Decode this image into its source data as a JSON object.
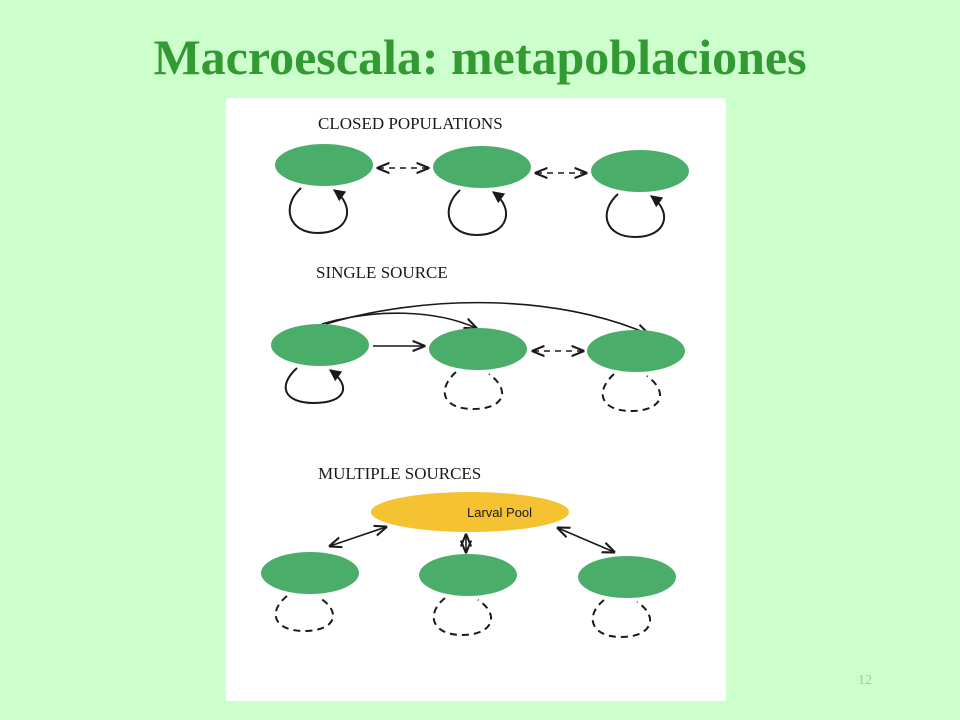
{
  "slide": {
    "title": "Macroescala: metapoblaciones",
    "number": "12"
  },
  "diagram": {
    "sections": [
      {
        "heading": "CLOSED POPULATIONS"
      },
      {
        "heading": "SINGLE SOURCE"
      },
      {
        "heading": "MULTIPLE SOURCES"
      }
    ],
    "larval_pool_label": "Larval Pool"
  },
  "colors": {
    "background": "#ccffcc",
    "title": "#339933",
    "population_fill": "#4aae6a",
    "larval_pool_fill": "#f5c232",
    "line": "#1a1a1a"
  }
}
